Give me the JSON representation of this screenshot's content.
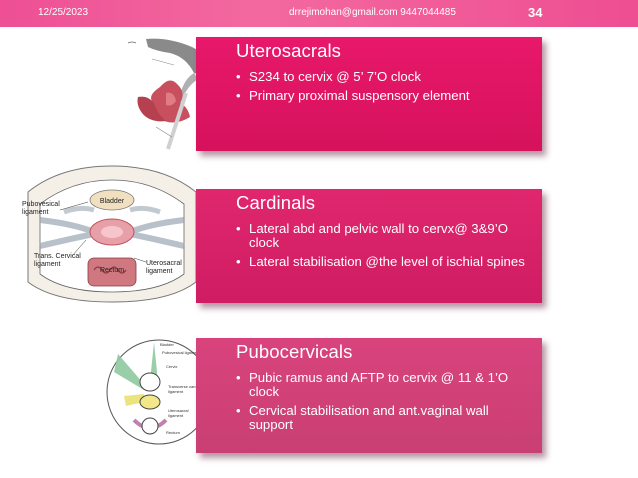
{
  "header": {
    "date": "12/25/2023",
    "contact": "drrejimohan@gmail.com 9447044485",
    "slide_number": "34"
  },
  "sections": [
    {
      "title": "Uterosacrals",
      "bullets": [
        "S234 to cervix @ 5’ 7’O clock",
        "Primary proximal suspensory element"
      ]
    },
    {
      "title": "Cardinals",
      "bullets": [
        "Lateral abd and pelvic wall to cervx@ 3&9’O clock",
        "Lateral stabilisation @the level of ischial spines"
      ]
    },
    {
      "title": "Pubocervicals",
      "bullets": [
        "Pubic ramus and AFTP to cervix @ 11 & 1’O clock",
        "Cervical stabilisation and ant.vaginal wall support"
      ]
    }
  ],
  "images": {
    "cardinal_diagram": {
      "labels": {
        "bladder": "Bladder",
        "pubovesical": [
          "Pubovesical",
          "ligament"
        ],
        "trans_cervical": [
          "Trans. Cervical",
          "ligament"
        ],
        "rectum": "Rectum",
        "uterosacral": [
          "Uterosacral",
          "ligament"
        ]
      }
    },
    "pubocervical_diagram": {
      "labels": {
        "bladder": "Bladder",
        "pubovesical": "Pubovesical ligament",
        "cervix": "Cervix",
        "transverse": [
          "Transverse cardinal",
          "ligament"
        ],
        "uterosacral": [
          "Uterosacral",
          "ligament"
        ],
        "rectum": "Rectum"
      }
    }
  },
  "colors": {
    "accent": "#e8186a",
    "header_bar": "#f05c9a"
  }
}
